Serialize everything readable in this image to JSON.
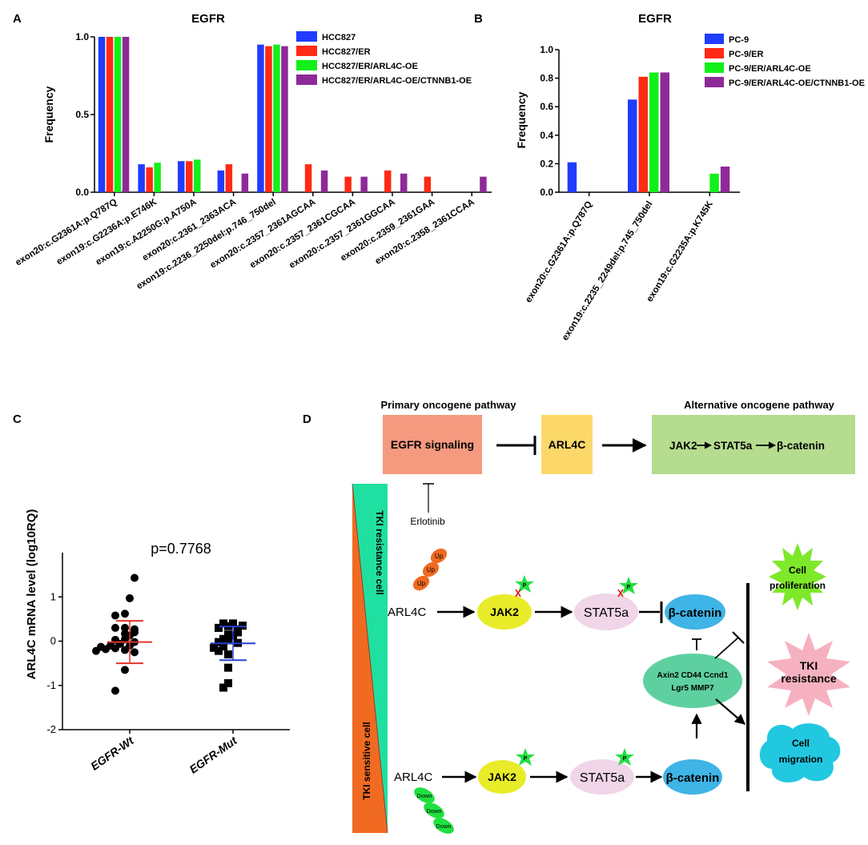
{
  "panel_labels": {
    "a": "A",
    "b": "B",
    "c": "C",
    "d": "D"
  },
  "chart_data": [
    {
      "panel": "A",
      "type": "bar",
      "title": "EGFR",
      "ylabel": "Frequency",
      "xlabel": "",
      "ylim": [
        0,
        1.0
      ],
      "yticks": [
        "0.0",
        "0.5",
        "1.0"
      ],
      "legend_position": "top-right",
      "categories": [
        "exon20:c.G2361A:p.Q787Q",
        "exon19:c.G2236A:p.E746K",
        "exon19:c.A2250G:p.A750A",
        "exon20:c.2361_2363ACA",
        "exon19:c.2236_2250del:p.746_750del",
        "exon20:c.2357_2361AGCAA",
        "exon20:c.2357_2361CGCAA",
        "exon20:c.2357_2361GGCAA",
        "exon20:c.2359_2361GAA",
        "exon20:c.2358_2361CCAA"
      ],
      "series": [
        {
          "name": "HCC827",
          "color": "#1f3cff",
          "values": [
            1.0,
            0.18,
            0.2,
            0.14,
            0.95,
            0,
            0,
            0,
            0,
            0
          ]
        },
        {
          "name": "HCC827/ER",
          "color": "#ff2a14",
          "values": [
            1.0,
            0.16,
            0.2,
            0.18,
            0.94,
            0.18,
            0.1,
            0.14,
            0.1,
            0
          ]
        },
        {
          "name": "HCC827/ER/ARL4C-OE",
          "color": "#12f01a",
          "values": [
            1.0,
            0.19,
            0.21,
            0,
            0.95,
            0,
            0,
            0,
            0,
            0
          ]
        },
        {
          "name": "HCC827/ER/ARL4C-OE/CTNNB1-OE",
          "color": "#8e2a98",
          "values": [
            1.0,
            0,
            0,
            0.12,
            0.94,
            0.14,
            0.1,
            0.12,
            0,
            0.1
          ]
        }
      ]
    },
    {
      "panel": "B",
      "type": "bar",
      "title": "EGFR",
      "ylabel": "Frequency",
      "xlabel": "",
      "ylim": [
        0,
        1.0
      ],
      "yticks": [
        "0.0",
        "0.2",
        "0.4",
        "0.6",
        "0.8",
        "1.0"
      ],
      "legend_position": "top-right",
      "categories": [
        "exon20:c.G2361A:p.Q787Q",
        "exon19:c.2235_2249del:p.745_750del",
        "exon19:c.G2235A:p.K745K"
      ],
      "series": [
        {
          "name": "PC-9",
          "color": "#1f3cff",
          "values": [
            0.21,
            0.65,
            0
          ]
        },
        {
          "name": "PC-9/ER",
          "color": "#ff2a14",
          "values": [
            0,
            0.81,
            0
          ]
        },
        {
          "name": "PC-9/ER/ARL4C-OE",
          "color": "#12f01a",
          "values": [
            0,
            0.84,
            0.13
          ]
        },
        {
          "name": "PC-9/ER/ARL4C-OE/CTNNB1-OE",
          "color": "#8e2a98",
          "values": [
            0,
            0.84,
            0.18
          ]
        }
      ]
    },
    {
      "panel": "C",
      "type": "scatter",
      "title": "",
      "annotation": "p=0.7768",
      "ylabel": "ARL4C mRNA level (log10RQ)",
      "xlabel": "",
      "ylim": [
        -2,
        2
      ],
      "yticks": [
        "-2",
        "-1",
        "0",
        "1"
      ],
      "categories": [
        "EGFR-Wt",
        "EGFR-Mut"
      ],
      "series": [
        {
          "name": "EGFR-Wt",
          "marker": "circle",
          "mean": -0.02,
          "sd": 0.48,
          "sd_color": "#e0332b",
          "points": [
            1.43,
            0.97,
            0.62,
            0.58,
            0.3,
            0.3,
            0.27,
            0.2,
            0.17,
            0.13,
            0.04,
            0.03,
            -0.02,
            -0.06,
            -0.1,
            -0.1,
            -0.13,
            -0.16,
            -0.18,
            -0.2,
            -0.22,
            -0.25,
            -0.65,
            -1.12
          ]
        },
        {
          "name": "EGFR-Mut",
          "marker": "square",
          "mean": -0.05,
          "sd": 0.38,
          "sd_color": "#2a3fd0",
          "points": [
            0.4,
            0.4,
            0.35,
            0.34,
            0.3,
            0.27,
            0.2,
            0.15,
            0.13,
            0.05,
            0.02,
            -0.02,
            -0.04,
            -0.12,
            -0.15,
            -0.22,
            -0.3,
            -0.6,
            -0.95,
            -1.05
          ]
        }
      ]
    }
  ],
  "diagram": {
    "primary_title": "Primary oncogene pathway",
    "alternative_title": "Alternative oncogene pathway",
    "egfr_box": "EGFR signaling",
    "arl4c_box": "ARL4C",
    "jak2": "JAK2",
    "stat5a": "STAT5a",
    "beta_catenin": "β-catenin",
    "erlotinib": "Erlotinib",
    "tki_resistance_cell": "TKI resistance cell",
    "tki_sensitive_cell": "TKI sensitive cell",
    "arl4c_label": "ARL4C",
    "jak2_node": "JAK2",
    "stat5a_node": "STAT5a",
    "beta_catenin_node": "β-catenin",
    "up_label": "Up",
    "down_label": "Down",
    "p_label": "P",
    "targets_line1": "Axin2 CD44 Ccnd1",
    "targets_line2": "Lgr5  MMP7",
    "cell_proliferation_1": "Cell",
    "cell_proliferation_2": "proliferation",
    "tki_resistance_1": "TKI",
    "tki_resistance_2": "resistance",
    "cell_migration_1": "Cell",
    "cell_migration_2": "migration",
    "colors": {
      "egfr_box": "#f59a7f",
      "arl4c_box": "#fcd86a",
      "alt_box": "#b5dc8f",
      "resistance_triangle": "#1fe0a0",
      "sensitive_triangle": "#f06a22",
      "jak2": "#e8ec29",
      "stat5a": "#f0d6e8",
      "beta_catenin": "#3fb4e6",
      "targets": "#5ed0a0",
      "proliferation": "#7ee82a",
      "tki_resistance": "#f6b1c0",
      "migration": "#22c8e0",
      "p_star": "#20e040"
    }
  }
}
